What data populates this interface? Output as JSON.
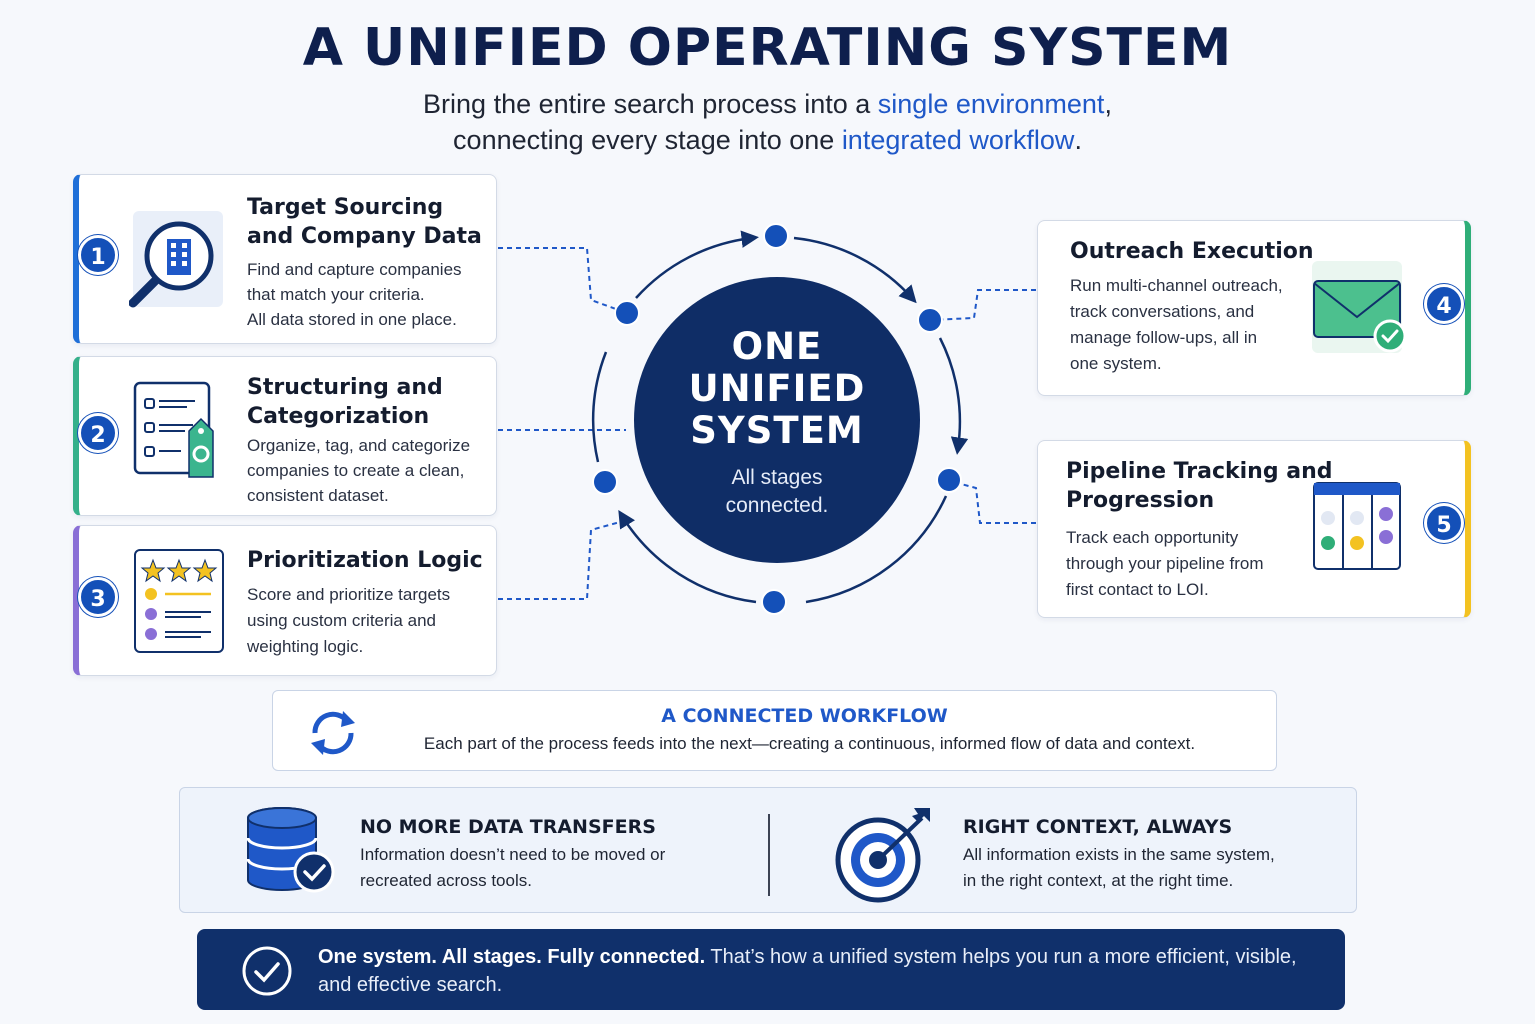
{
  "header": {
    "title": "A UNIFIED OPERATING SYSTEM",
    "subtitle_line1_pre": "Bring the entire search process into a ",
    "subtitle_line1_hl": "single environment",
    "subtitle_line1_post": ",",
    "subtitle_line2_pre": "connecting every stage into one ",
    "subtitle_line2_hl": "integrated workflow",
    "subtitle_line2_post": "."
  },
  "hub": {
    "title_line1": "ONE",
    "title_line2": "UNIFIED",
    "title_line3": "SYSTEM",
    "sub_line1": "All stages",
    "sub_line2": "connected."
  },
  "stages": [
    {
      "number": "1",
      "title_line1": "Target Sourcing",
      "title_line2": "and Company Data",
      "desc_line1": "Find and capture companies",
      "desc_line2": "that match your criteria.",
      "desc_line3": "All data stored in one place.",
      "icon": "magnifier-building-icon",
      "color": "#1f6fd8"
    },
    {
      "number": "2",
      "title_line1": "Structuring and",
      "title_line2": "Categorization",
      "desc_line1": "Organize, tag, and categorize",
      "desc_line2": "companies to create a clean,",
      "desc_line3": "consistent dataset.",
      "icon": "list-tag-icon",
      "color": "#35b08a"
    },
    {
      "number": "3",
      "title_line1": "Prioritization Logic",
      "desc_line1": "Score and prioritize targets",
      "desc_line2": "using custom criteria and",
      "desc_line3": "weighting logic.",
      "icon": "star-rating-list-icon",
      "color": "#8a6fd6"
    },
    {
      "number": "4",
      "title_line1": "Outreach Execution",
      "desc_line1": "Run multi-channel outreach,",
      "desc_line2": "track conversations, and",
      "desc_line3": "manage follow-ups, all in",
      "desc_line4": "one system.",
      "icon": "envelope-check-icon",
      "color": "#2fae78"
    },
    {
      "number": "5",
      "title_line1": "Pipeline Tracking and",
      "title_line2": "Progression",
      "desc_line1": "Track each opportunity",
      "desc_line2": "through your pipeline from",
      "desc_line3": "first contact to LOI.",
      "icon": "kanban-board-icon",
      "color": "#f3c221"
    }
  ],
  "workflow": {
    "title": "A CONNECTED WORKFLOW",
    "text": "Each part of the process feeds into the next—creating a continuous, informed flow of data and context."
  },
  "benefits": [
    {
      "title": "NO MORE DATA TRANSFERS",
      "line1": "Information doesn’t need to be moved or",
      "line2": "recreated across tools.",
      "icon": "database-check-icon"
    },
    {
      "title": "RIGHT CONTEXT, ALWAYS",
      "line1": "All information exists in the same system,",
      "line2": "in the right context, at the right time.",
      "icon": "target-arrow-icon"
    }
  ],
  "footer": {
    "bold": "One system. All stages. Fully connected.",
    "text": "  That’s how a unified system helps you run a more efficient, visible, and effective search."
  },
  "colors": {
    "navy": "#10306b",
    "blue": "#1450b8",
    "accent": "#1f58c8"
  }
}
